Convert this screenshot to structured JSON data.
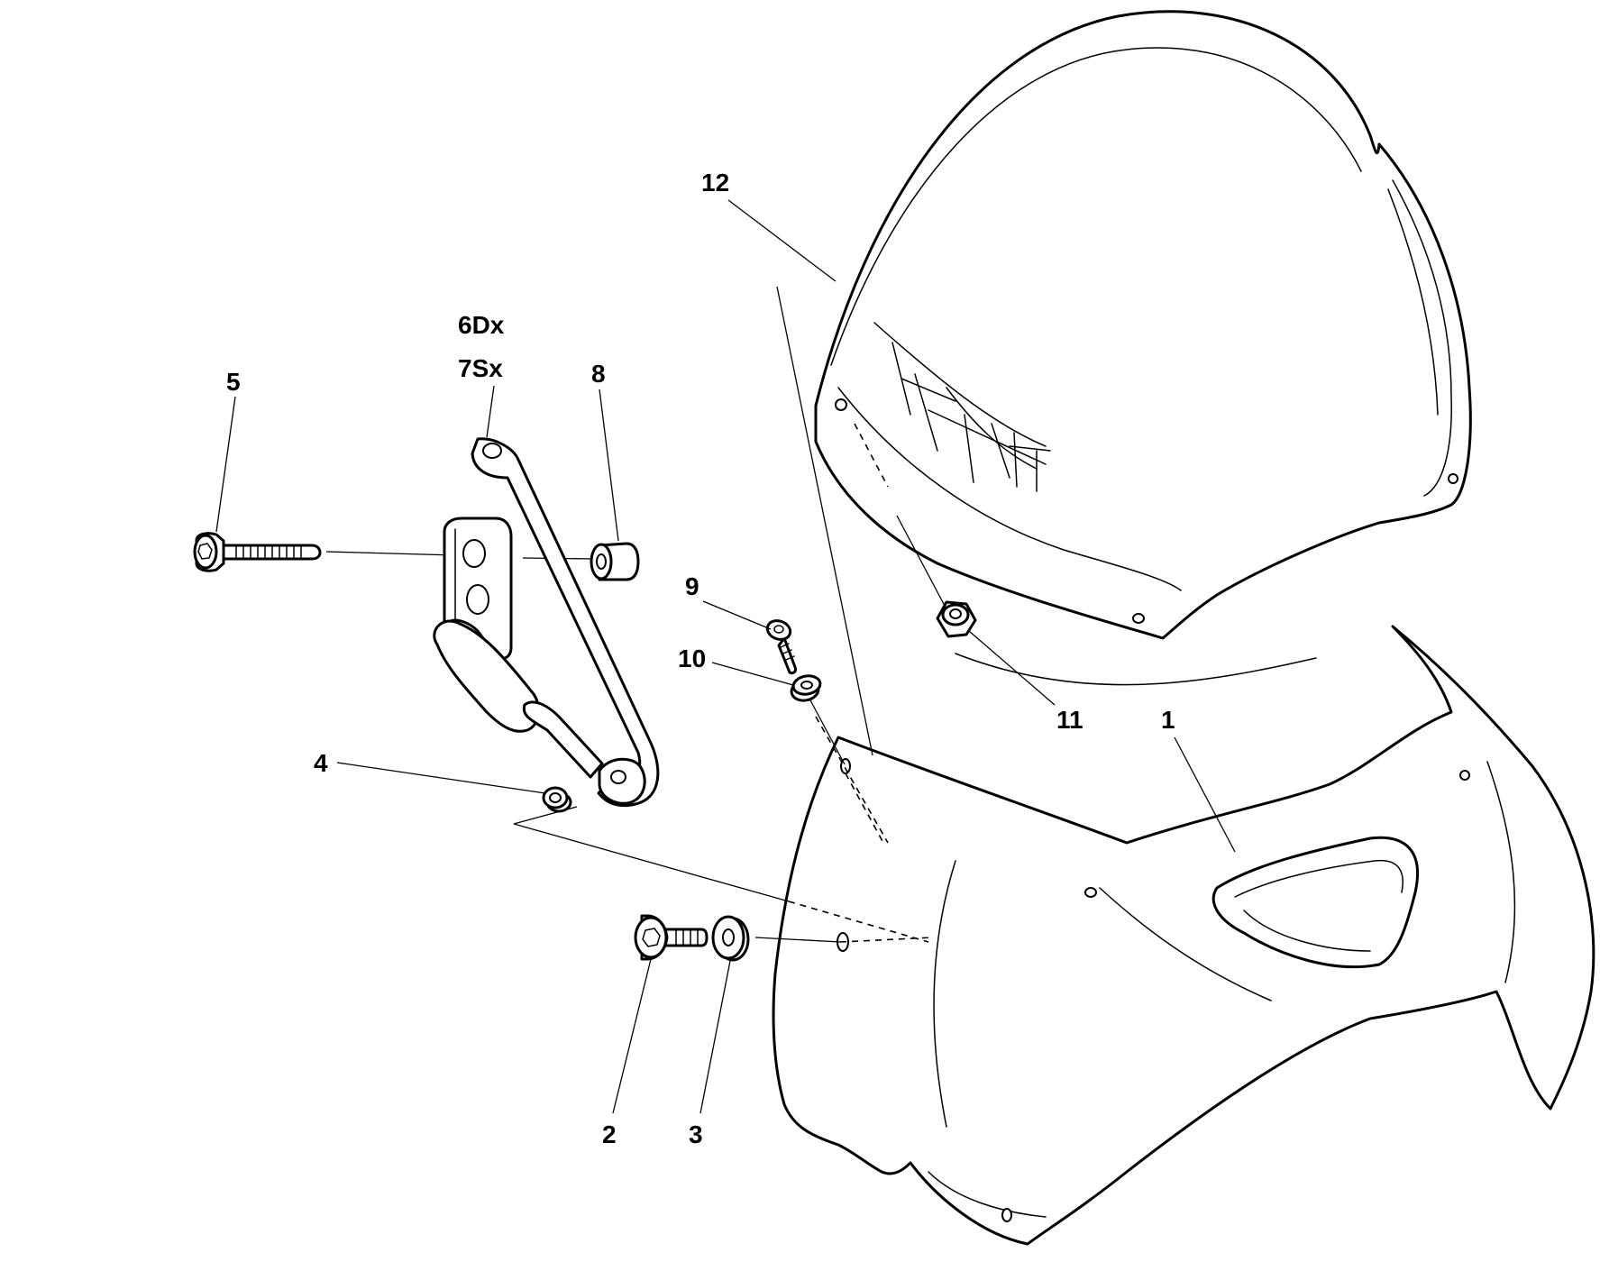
{
  "callouts": {
    "c1": "1",
    "c2": "2",
    "c3": "3",
    "c4": "4",
    "c5": "5",
    "c6": "6Dx",
    "c7": "7Sx",
    "c8": "8",
    "c9": "9",
    "c10": "10",
    "c11": "11",
    "c12": "12"
  }
}
